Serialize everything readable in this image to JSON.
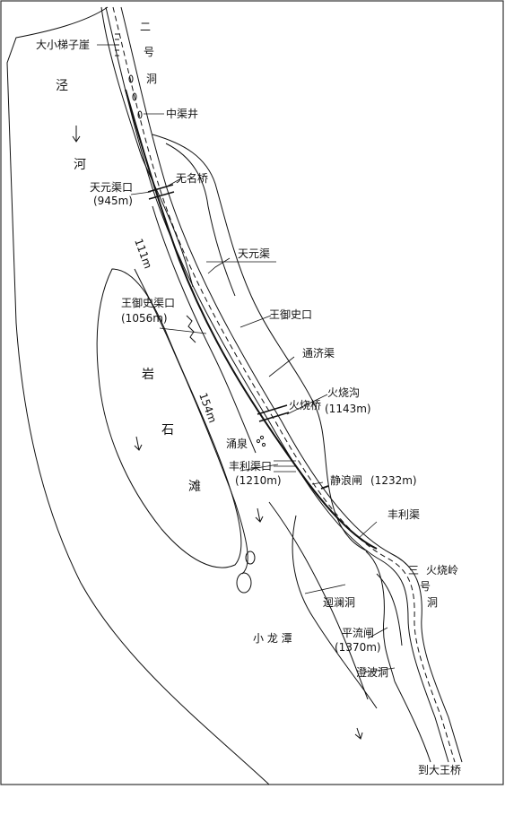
{
  "colors": {
    "ink": "#111111",
    "paper": "#ffffff",
    "frame": "#333333"
  },
  "labels": {
    "cliff": "大小梯子崖",
    "tunnel2_a": "二",
    "tunnel2_b": "号",
    "tunnel2_c": "洞",
    "river_a": "泾",
    "river_b": "河",
    "zhongqu": "中渠井",
    "wuming": "无名桥",
    "tianyuan_kou": "天元渠口",
    "tianyuan_kou_m": "(945m)",
    "d111": "111m",
    "tianyuan_qu": "天元渠",
    "wangyushi_kou": "王御史渠口",
    "wangyushi_kou_m": "(1056m)",
    "wangyushi_ko2": "王御史口",
    "tongji": "通济渠",
    "yan": "岩",
    "shi": "石",
    "tan": "滩",
    "huoshao_gou": "火烧沟",
    "huoshao_qiao": "火烧桥",
    "huoshao_m": "(1143m)",
    "d154": "154m",
    "yongquan": "涌泉",
    "fengli_kou": "丰利渠口",
    "fengli_kou_m": "(1210m)",
    "jinglang": "静浪闸",
    "jinglang_m": "(1232m)",
    "fengli_qu": "丰利渠",
    "tunnel3_a": "三",
    "tunnel3_b": "号",
    "tunnel3_c": "洞",
    "huoshaoling": "火烧岭",
    "huilan": "迴澜洞",
    "xiaolongtan": "小 龙 潭",
    "pingliu": "平流闸",
    "pingliu_m": "(1370m)",
    "chengbo": "澄波洞",
    "dawang": "到大王桥"
  }
}
